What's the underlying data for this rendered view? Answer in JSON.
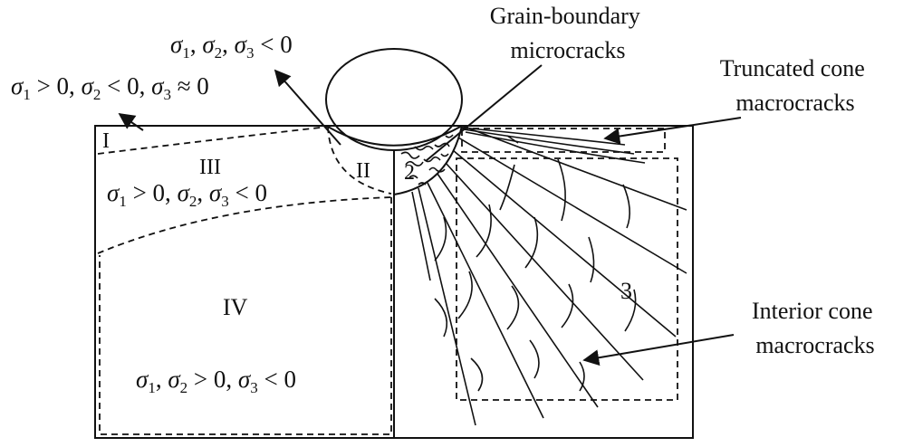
{
  "labels": {
    "grain_boundary": [
      "Grain-boundary",
      "microcracks"
    ],
    "truncated_cone": [
      "Truncated cone",
      "macrocracks"
    ],
    "interior_cone": [
      "Interior cone",
      "macrocracks"
    ],
    "region_1": "I",
    "region_2": "II",
    "region_3": "III",
    "region_4": "IV",
    "zone_2": "2",
    "zone_3": "3"
  },
  "stress": {
    "contact": {
      "s1": "1",
      "s2": "2",
      "s3": "3",
      "rel": " < 0"
    },
    "surface": {
      "s1": "1",
      "r1": " > 0, ",
      "s2": "2",
      "r2": " < 0, ",
      "s3": "3",
      "r3": " ≈ 0"
    },
    "region_3": {
      "s1": "1",
      "r1": " > 0, ",
      "s2": "2",
      "r2": ", ",
      "s3": "3",
      "r3": " < 0"
    },
    "region_4": {
      "s1": "1",
      "r1": ", ",
      "s2": "2",
      "r2": " > 0, ",
      "s3": "3",
      "r3": " < 0"
    }
  },
  "symbols": {
    "sigma": "σ"
  },
  "colors": {
    "ink": "#111111",
    "background": "#ffffff"
  }
}
